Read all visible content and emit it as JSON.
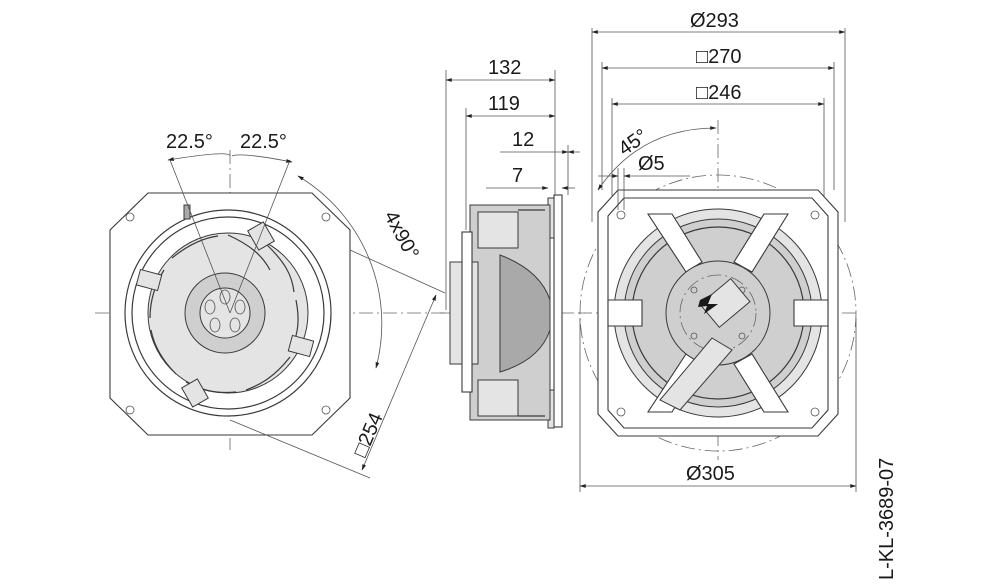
{
  "drawing_id": "L-KL-3689-07",
  "dimensions": {
    "angle_left": "22.5°",
    "angle_right": "22.5°",
    "angle_4x90": "4x90°",
    "square_254": "□254",
    "depth_132": "132",
    "depth_119": "119",
    "depth_12": "12",
    "depth_7": "7",
    "angle_45": "45°",
    "hole_dia": "Ø5",
    "dia_293": "Ø293",
    "square_270": "□270",
    "square_246": "□246",
    "dia_305": "Ø305"
  },
  "colors": {
    "line": "#3a3a3a",
    "fill_gray": "#cfcfcf",
    "fill_light": "#e4e4e4",
    "fill_dark": "#a9a9a9"
  },
  "icons": {
    "electrical_symbol": "lightning-bolt-icon"
  }
}
